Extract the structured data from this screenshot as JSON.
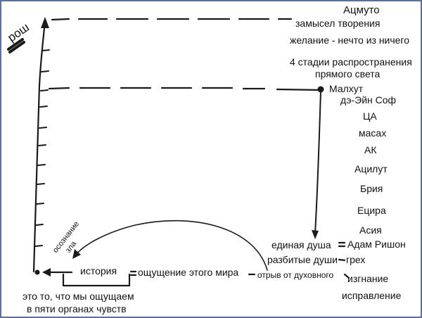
{
  "diagram": {
    "axis_label": "рош",
    "top_levels": [
      "Ацмуто",
      "замысел творения",
      "желание - нечто из ничего",
      "4 стадии распространения",
      "прямого света"
    ],
    "right_column": [
      "Малхут",
      "дэ-Эйн Соф",
      "ЦА",
      "масах",
      "АК",
      "Ацилут",
      "Брия",
      "Ецира",
      "Асия"
    ],
    "soul": {
      "unified": "единая душа",
      "adam": "Адам Ришон",
      "broken": "разбитые души",
      "sin": "грех",
      "exile": "изгнание",
      "correction": "исправление"
    },
    "bottom": {
      "rupture": "отрыв от духовного",
      "feeling": "ощущение этого мира",
      "history": "история",
      "explain_line1": "это то, что мы ощущаем",
      "explain_line2": "в пяти органах чувств"
    },
    "arc": {
      "line1": "осознание",
      "line2": "зла"
    }
  }
}
